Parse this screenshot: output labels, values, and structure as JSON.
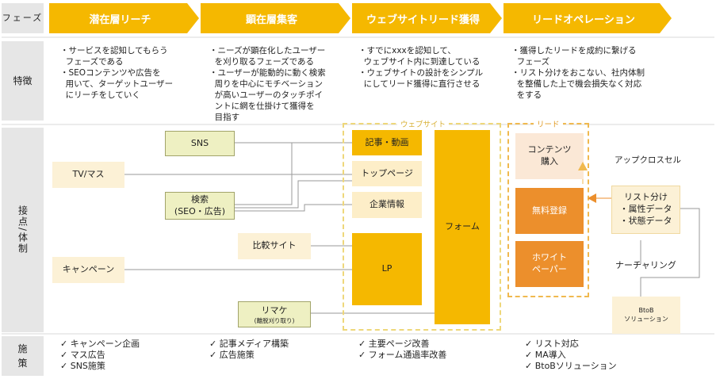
{
  "row_labels": {
    "phase": "フェーズ",
    "features": "特徴",
    "touchpoints": "接点/体制",
    "measures": "施策"
  },
  "phases": [
    {
      "label": "潜在層リーチ"
    },
    {
      "label": "顕在層集客"
    },
    {
      "label": "ウェブサイトリード獲得"
    },
    {
      "label": "リードオペレーション"
    }
  ],
  "features": [
    "・サービスを認知してもらう\n  フェーズである\n・SEOコンテンツや広告を\n  用いて、ターゲットユーザー\n  にリーチをしていく",
    "・ニーズが顕在化したユーザー\n  を刈り取るフェーズである\n・ユーザーが能動的に動く検索\n  周りを中心にモチベーション\n  が高いユーザーのタッチポイ\n  ントに網を仕掛けて獲得を\n  目指す",
    "・すでにxxxを認知して、\n  ウェブサイト内に到達している\n・ウェブサイトの設計をシンプル\n  にしてリード獲得に直行させる",
    "・獲得したリードを成約に繋げる\n  フェーズ\n・リスト分けをおこない、社内体制\n  を整備した上で機会損失なく対応\n  をする"
  ],
  "sources": {
    "sns": "SNS",
    "tv": "TV/マス",
    "search": "検索\n(SEO・広告)",
    "compare": "比較サイト",
    "campaign": "キャンペーン",
    "remarketing": "リマケ",
    "remarketing_sub": "(離脱刈り取り)"
  },
  "website": {
    "caption": "ウェブサイト",
    "pages": [
      "記事・動画",
      "トップページ",
      "企業情報",
      "LP"
    ],
    "form": "フォーム"
  },
  "lead": {
    "caption": "リード",
    "items": [
      "コンテンツ\n購入",
      "無料登録",
      "ホワイト\nペーパー"
    ]
  },
  "operations": {
    "upsell": "アップクロスセル",
    "list": "リスト分け\n・属性データ\n・状態データ",
    "nurturing": "ナーチャリング",
    "btob": "BtoB\nソリューション"
  },
  "measures": [
    "✓ キャンペーン企画\n✓ マス広告\n✓ SNS施策",
    "✓ 記事メディア構築\n✓ 広告施策",
    "✓ 主要ページ改善\n✓ フォーム通過率改善",
    "✓ リスト対応\n✓ MA導入\n✓ BtoBソリューション"
  ],
  "colors": {
    "phase": "#f5b800",
    "accent_orange": "#ec8f2c",
    "row_bg": "#e6e6e6"
  }
}
